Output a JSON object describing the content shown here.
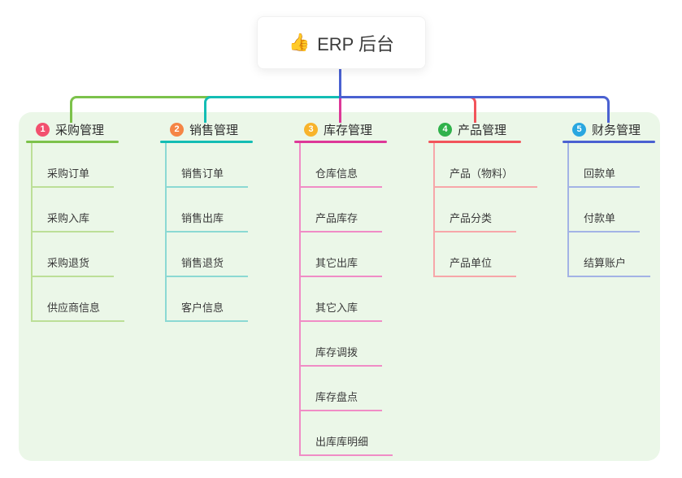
{
  "root": {
    "icon": "👍",
    "title": "ERP 后台"
  },
  "colors": {
    "page_bg": "#ffffff",
    "panel_bg": "#EBF7E8",
    "root_connector": "#4A61D1"
  },
  "columns": [
    {
      "num": "1",
      "title": "采购管理",
      "badge_color": "#F2506E",
      "line_color": "#7CC24B",
      "light_line_color": "#BCDF97",
      "children": [
        "采购订单",
        "采购入库",
        "采购退货",
        "供应商信息"
      ]
    },
    {
      "num": "2",
      "title": "销售管理",
      "badge_color": "#F58545",
      "line_color": "#13BDB4",
      "light_line_color": "#8BD9D3",
      "children": [
        "销售订单",
        "销售出库",
        "销售退货",
        "客户信息"
      ]
    },
    {
      "num": "3",
      "title": "库存管理",
      "badge_color": "#F8B32B",
      "line_color": "#DD3898",
      "light_line_color": "#F08CC6",
      "children": [
        "仓库信息",
        "产品库存",
        "其它出库",
        "其它入库",
        "库存调拨",
        "库存盘点",
        "出库库明细"
      ]
    },
    {
      "num": "4",
      "title": "产品管理",
      "badge_color": "#30B24B",
      "line_color": "#F2545B",
      "light_line_color": "#F7A6A9",
      "children": [
        "产品（物料）",
        "产品分类",
        "产品单位"
      ]
    },
    {
      "num": "5",
      "title": "财务管理",
      "badge_color": "#29A7E0",
      "line_color": "#4A61D1",
      "light_line_color": "#A3B3E5",
      "children": [
        "回款单",
        "付款单",
        "结算账户"
      ]
    }
  ]
}
